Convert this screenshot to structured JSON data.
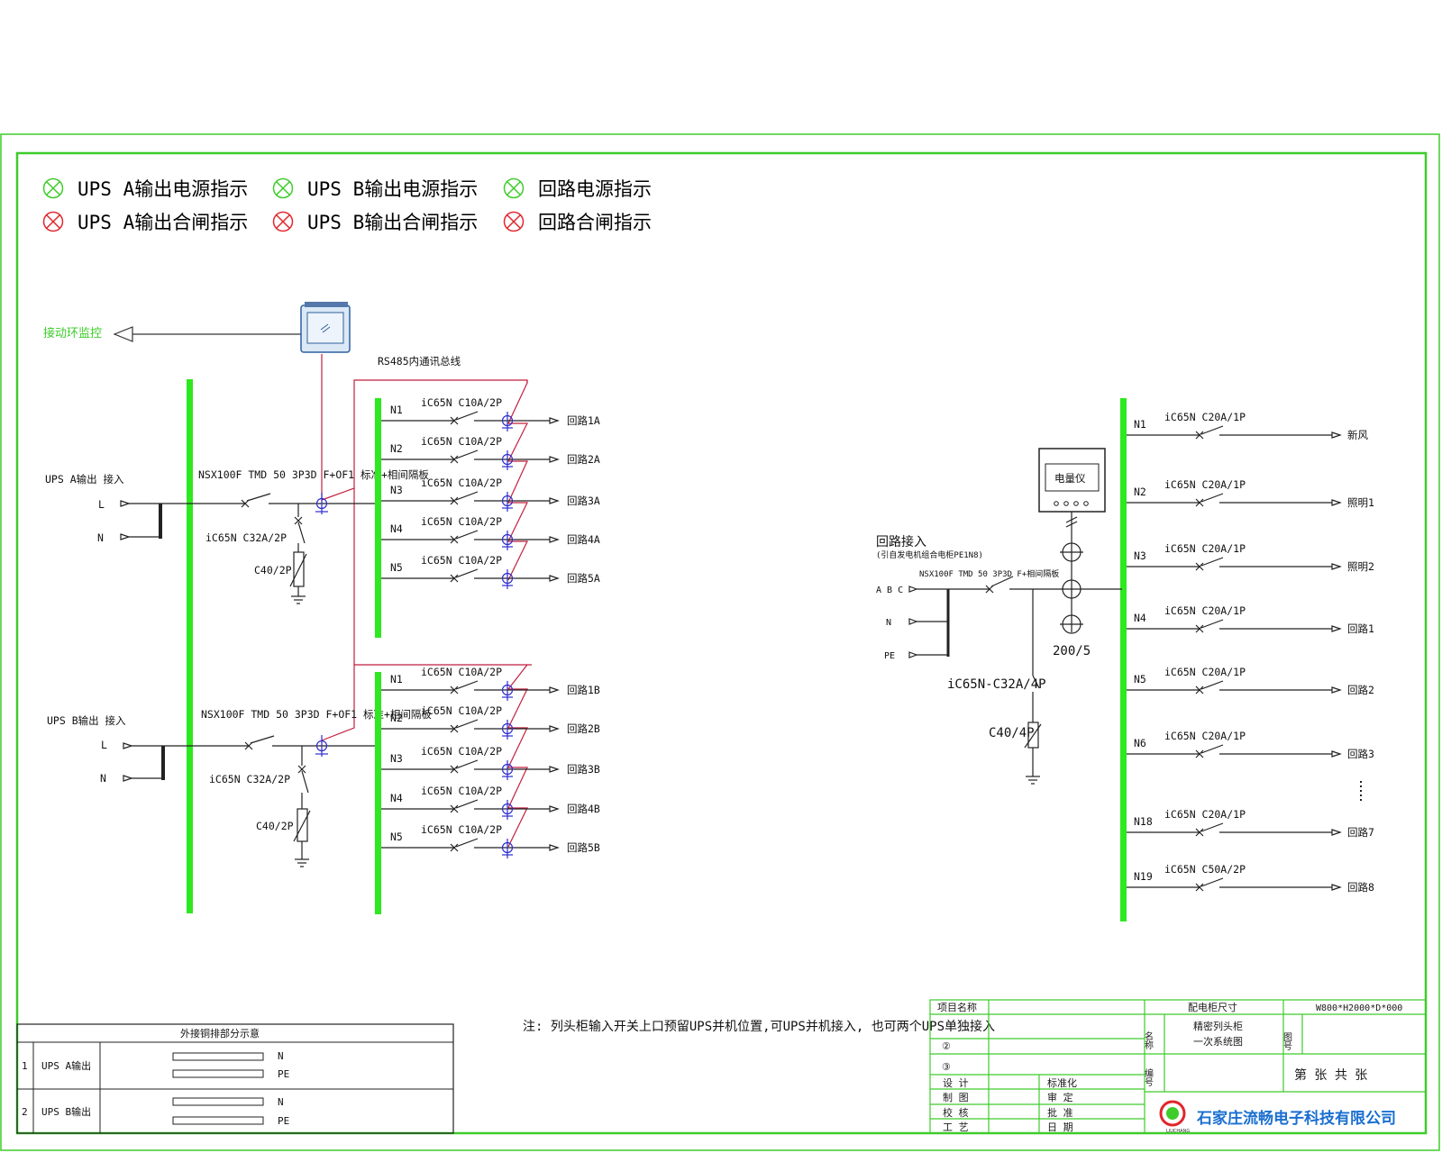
{
  "legend": [
    {
      "label": "UPS A输出电源指示",
      "type": "green"
    },
    {
      "label": "UPS B输出电源指示",
      "type": "green"
    },
    {
      "label": "回路电源指示",
      "type": "green"
    },
    {
      "label": "UPS A输出合闸指示",
      "type": "red"
    },
    {
      "label": "UPS B输出合闸指示",
      "type": "red"
    },
    {
      "label": "回路合闸指示",
      "type": "red"
    }
  ],
  "monitor": {
    "label": "接动环监控",
    "bus_label": "RS485内通讯总线"
  },
  "ups_a": {
    "title": "UPS A输出 接入",
    "phase_l": "L",
    "phase_n": "N",
    "main_breaker": "NSX100F  TMD  50 3P3D F+OF1 标准+相间隔板",
    "spd_breaker": "iC65N C32A/2P",
    "spd": "C40/2P",
    "branches": [
      {
        "n": "N1",
        "breaker": "iC65N C10A/2P",
        "out": "回路1A"
      },
      {
        "n": "N2",
        "breaker": "iC65N C10A/2P",
        "out": "回路2A"
      },
      {
        "n": "N3",
        "breaker": "iC65N C10A/2P",
        "out": "回路3A"
      },
      {
        "n": "N4",
        "breaker": "iC65N C10A/2P",
        "out": "回路4A"
      },
      {
        "n": "N5",
        "breaker": "iC65N C10A/2P",
        "out": "回路5A"
      }
    ]
  },
  "ups_b": {
    "title": "UPS B输出 接入",
    "phase_l": "L",
    "phase_n": "N",
    "main_breaker": "NSX100F  TMD  50 3P3D F+OF1 标准+相间隔板",
    "spd_breaker": "iC65N C32A/2P",
    "spd": "C40/2P",
    "branches": [
      {
        "n": "N1",
        "breaker": "iC65N C10A/2P",
        "out": "回路1B"
      },
      {
        "n": "N2",
        "breaker": "iC65N C10A/2P",
        "out": "回路2B"
      },
      {
        "n": "N3",
        "breaker": "iC65N C10A/2P",
        "out": "回路3B"
      },
      {
        "n": "N4",
        "breaker": "iC65N C10A/2P",
        "out": "回路4B"
      },
      {
        "n": "N5",
        "breaker": "iC65N C10A/2P",
        "out": "回路5B"
      }
    ]
  },
  "loop": {
    "title": "回路接入",
    "subtitle": "(引自发电机组合电柜PE1N8)",
    "phases": "A B C",
    "phase_n": "N",
    "phase_pe": "PE",
    "meter": "电量仪",
    "main_breaker": "NSX100F TMD 50 3P3D F+相间隔板",
    "ct": "200/5",
    "spd_breaker": "iC65N-C32A/4P",
    "spd": "C40/4P",
    "branches": [
      {
        "n": "N1",
        "breaker": "iC65N C20A/1P",
        "out": "新风"
      },
      {
        "n": "N2",
        "breaker": "iC65N C20A/1P",
        "out": "照明1"
      },
      {
        "n": "N3",
        "breaker": "iC65N C20A/1P",
        "out": "照明2"
      },
      {
        "n": "N4",
        "breaker": "iC65N C20A/1P",
        "out": "回路1"
      },
      {
        "n": "N5",
        "breaker": "iC65N C20A/1P",
        "out": "回路2"
      },
      {
        "n": "N6",
        "breaker": "iC65N C20A/1P",
        "out": "回路3"
      },
      {
        "n": "N18",
        "breaker": "iC65N C20A/1P",
        "out": "回路7"
      },
      {
        "n": "N19",
        "breaker": "iC65N C50A/2P",
        "out": "回路8"
      }
    ]
  },
  "note": "注: 列头柜输入开关上口预留UPS并机位置,可UPS并机接入, 也可两个UPS单独接入",
  "copper_table": {
    "title": "外接铜排部分示意",
    "rows": [
      {
        "no": "1",
        "name": "UPS A输出",
        "bars": [
          "N",
          "PE"
        ]
      },
      {
        "no": "2",
        "name": "UPS B输出",
        "bars": [
          "N",
          "PE"
        ]
      }
    ]
  },
  "title_block": {
    "project_label": "项目名称",
    "size_label": "配电柜尺寸",
    "size_value": "W800*H2000*D*000",
    "name_label": "名称",
    "name_value_1": "精密列头柜",
    "name_value_2": "一次系统图",
    "code_label": "编号",
    "drawing_no_label": "图号",
    "circle2": "②",
    "circle3": "③",
    "sheet": "第  张 共  张",
    "roles_left": [
      "设  计",
      "制  图",
      "校  核",
      "工  艺"
    ],
    "roles_right": [
      "标准化",
      "审  定",
      "批  准",
      "日  期"
    ],
    "company": "石家庄流畅电子科技有限公司",
    "logo_text": "LIUCHANG"
  },
  "colors": {
    "frame": "#3ecc2b",
    "bus": "#2ee820",
    "rs485": "#c21f3c",
    "ct": "#2c2ccf",
    "company": "#1a6fd0"
  }
}
